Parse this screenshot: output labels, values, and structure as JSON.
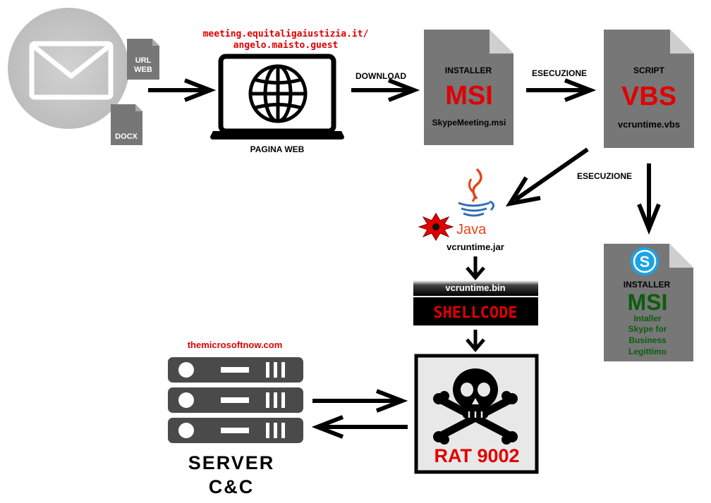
{
  "email": {
    "attachment_url": [
      "URL",
      "WEB"
    ],
    "attachment_docx": "DOCX"
  },
  "web": {
    "url_line1": "meeting.equitaligaiustizia.it/",
    "url_line2": "angelo.maisto.guest",
    "caption": "PAGINA WEB"
  },
  "arrows": {
    "download": "DOWNLOAD",
    "exec1": "ESECUZIONE",
    "exec2": "ESECUZIONE"
  },
  "msi_malicious": {
    "top": "INSTALLER",
    "big": "MSI",
    "file": "SkypeMeeting.msi"
  },
  "vbs": {
    "top": "SCRIPT",
    "big": "VBS",
    "file": "vcruntime.vbs"
  },
  "java": {
    "logo_text": "Java",
    "file": "vcruntime.jar"
  },
  "shellcode": {
    "file": "vcruntime.bin",
    "label": "SHELLCODE"
  },
  "rat": {
    "label": "RAT 9002"
  },
  "msi_legit": {
    "top": "INSTALLER",
    "big": "MSI",
    "desc": [
      "Intaller",
      "Skype for",
      "Business",
      "Legittimo"
    ]
  },
  "server": {
    "domain": "themicrosoftnow.com",
    "label_line1": "SERVER",
    "label_line2": "C&C"
  },
  "colors": {
    "red": "#e00000",
    "green": "#0b5e0b",
    "doc_gray": "#777777",
    "skype_blue": "#1aa3e8"
  }
}
